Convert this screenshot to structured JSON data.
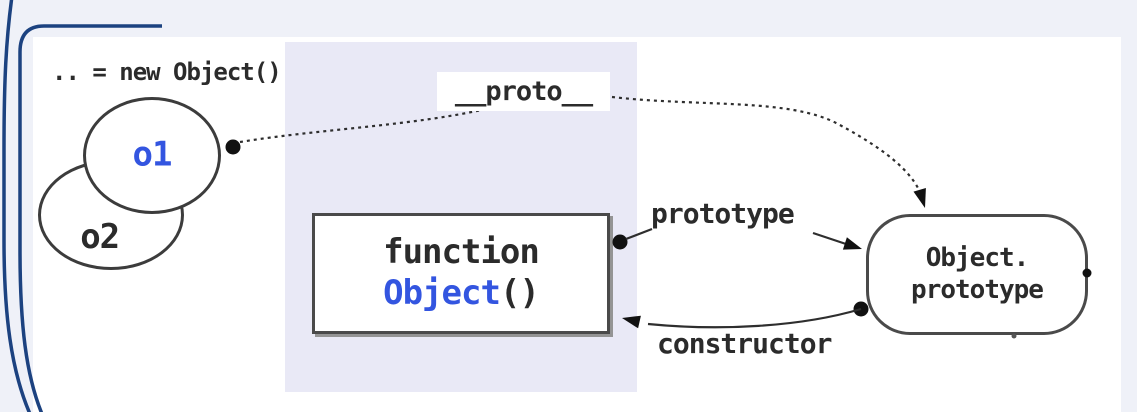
{
  "colors": {
    "background": "#eff1f8",
    "panel": "#ffffff",
    "band": "#e9e9f6",
    "ink": "#2b2b2b",
    "blue_text": "#3355e0",
    "border": "#4a4a4a",
    "frame_blue": "#1c4280",
    "connector": "#2e2e2e"
  },
  "expression": ".. = new Object()",
  "nodes": {
    "o1": {
      "label": "o1"
    },
    "o2": {
      "label": "o2"
    },
    "function_object": {
      "keyword": "function",
      "name": "Object",
      "suffix": "()"
    },
    "object_prototype": {
      "line1": "Object.",
      "line2": "prototype"
    }
  },
  "edges": {
    "proto": {
      "label": "__proto__"
    },
    "prototype": {
      "label": "prototype"
    },
    "constructor": {
      "label": "constructor"
    }
  }
}
